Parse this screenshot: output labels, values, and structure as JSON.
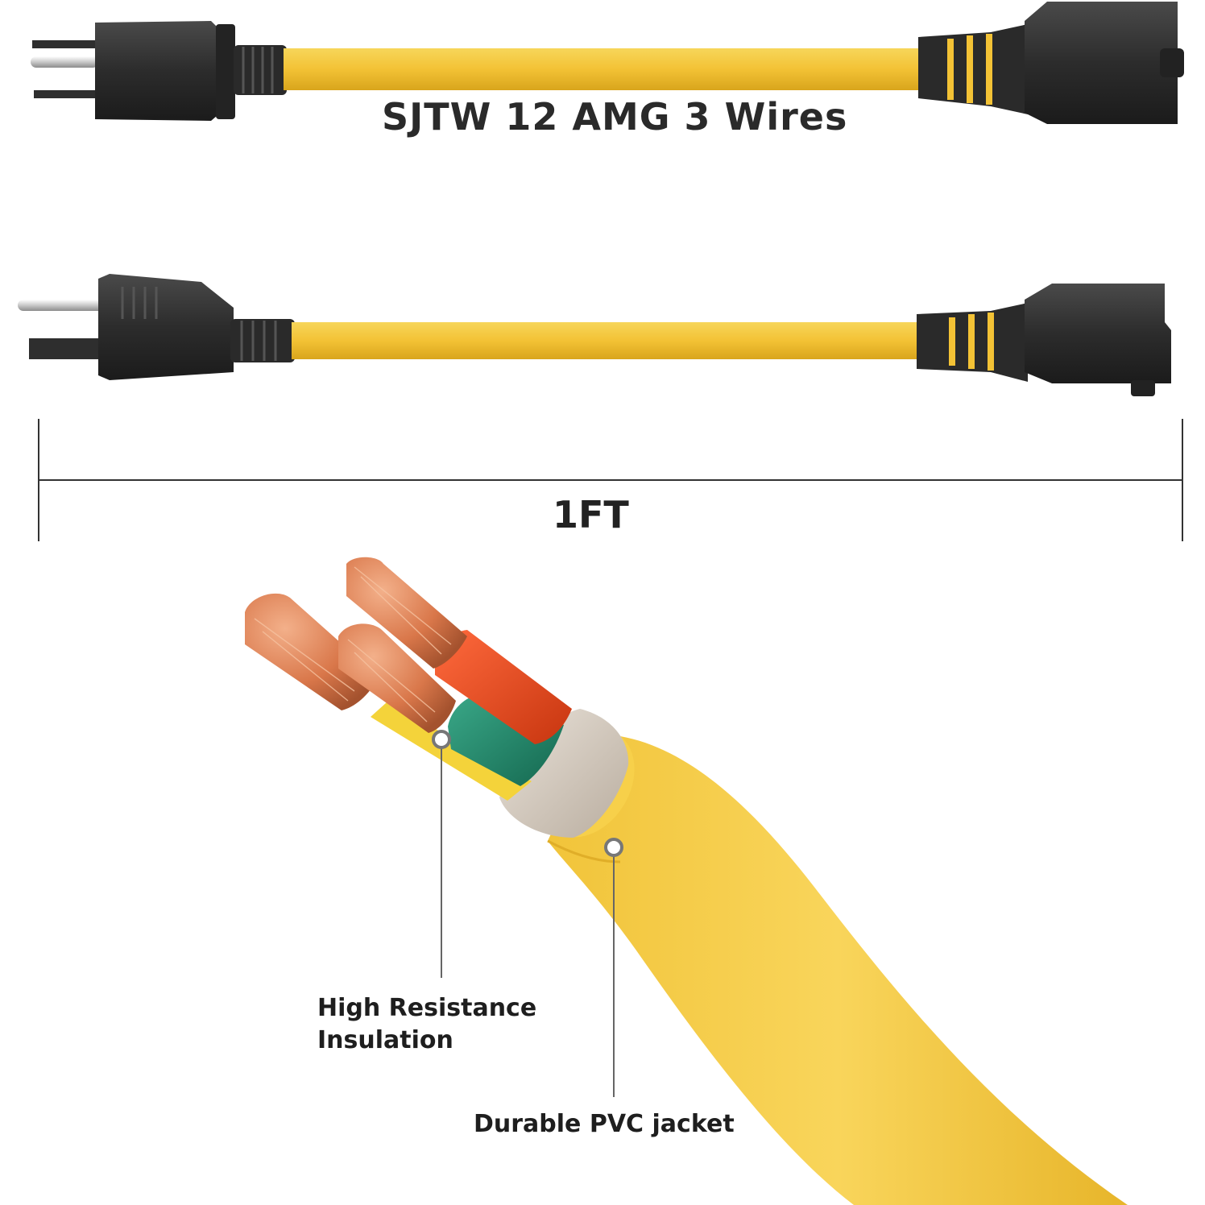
{
  "product": {
    "cord_spec": "SJTW 12 AMG 3 Wires",
    "length": "1FT"
  },
  "callouts": {
    "insulation": "High Resistance Insulation",
    "jacket": "Durable PVC jacket"
  },
  "colors": {
    "cord_yellow": "#f5c842",
    "plug_black": "#2b2b2b",
    "copper": "#d9774a",
    "red_wire": "#e8461e",
    "green_wire": "#1f8a6a",
    "yellow_wire": "#f4d33a"
  }
}
